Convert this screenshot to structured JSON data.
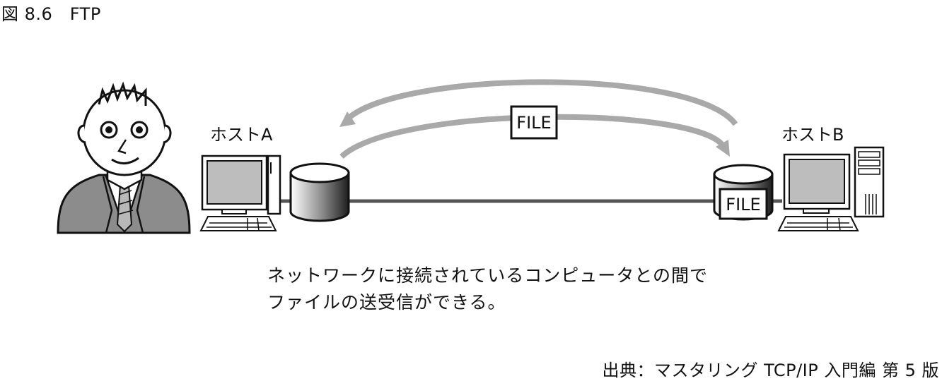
{
  "figure": {
    "title": "図 8.6　FTP"
  },
  "hosts": {
    "a_label": "ホストA",
    "b_label": "ホストB"
  },
  "transfer": {
    "file_label_top": "FILE",
    "file_label_db": "FILE"
  },
  "caption": {
    "line1": "ネットワークに接続されているコンピュータとの間で",
    "line2": "ファイルの送受信ができる。"
  },
  "source": "出典：マスタリング TCP/IP 入門編 第 5 版",
  "colors": {
    "arrow": "#a9a9a9",
    "network_line": "#555555",
    "suit": "#8c8c8c",
    "screen": "#bdbdbd"
  }
}
